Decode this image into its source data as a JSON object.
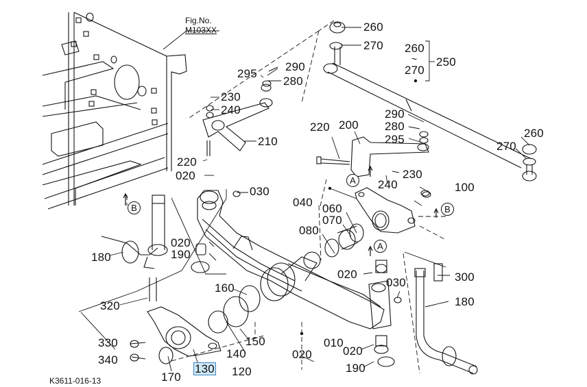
{
  "figure": {
    "fig_label": "Fig.No.",
    "fig_number": "M103XX",
    "drawing_code": "K3611-016-13",
    "highlight_color": "#cfe8f7",
    "highlight_border": "#3a86c8"
  },
  "callouts": [
    {
      "id": "c260a",
      "text": "260"
    },
    {
      "id": "c270a",
      "text": "270"
    },
    {
      "id": "c260b",
      "text": "260"
    },
    {
      "id": "c270b",
      "text": "270"
    },
    {
      "id": "c250",
      "text": "250"
    },
    {
      "id": "c290a",
      "text": "290"
    },
    {
      "id": "c295a",
      "text": "295"
    },
    {
      "id": "c280a",
      "text": "280"
    },
    {
      "id": "c230a",
      "text": "230"
    },
    {
      "id": "c240a",
      "text": "240"
    },
    {
      "id": "c210",
      "text": "210"
    },
    {
      "id": "c220a",
      "text": "220"
    },
    {
      "id": "c020a",
      "text": "020"
    },
    {
      "id": "c030a",
      "text": "030"
    },
    {
      "id": "c220b",
      "text": "220"
    },
    {
      "id": "c200",
      "text": "200"
    },
    {
      "id": "c290b",
      "text": "290"
    },
    {
      "id": "c280b",
      "text": "280"
    },
    {
      "id": "c295b",
      "text": "295"
    },
    {
      "id": "c230b",
      "text": "230"
    },
    {
      "id": "c240b",
      "text": "240"
    },
    {
      "id": "c260c",
      "text": "260"
    },
    {
      "id": "c270c",
      "text": "270"
    },
    {
      "id": "c100",
      "text": "100"
    },
    {
      "id": "c040",
      "text": "040"
    },
    {
      "id": "c060",
      "text": "060"
    },
    {
      "id": "c070",
      "text": "070"
    },
    {
      "id": "c080",
      "text": "080"
    },
    {
      "id": "c020b",
      "text": "020"
    },
    {
      "id": "c190a",
      "text": "190"
    },
    {
      "id": "c180a",
      "text": "180"
    },
    {
      "id": "c320",
      "text": "320"
    },
    {
      "id": "c160",
      "text": "160"
    },
    {
      "id": "c150",
      "text": "150"
    },
    {
      "id": "c140",
      "text": "140"
    },
    {
      "id": "c330",
      "text": "330"
    },
    {
      "id": "c340",
      "text": "340"
    },
    {
      "id": "c170",
      "text": "170"
    },
    {
      "id": "c130",
      "text": "130",
      "highlighted": true
    },
    {
      "id": "c120",
      "text": "120"
    },
    {
      "id": "c020c",
      "text": "020"
    },
    {
      "id": "c010",
      "text": "010"
    },
    {
      "id": "c020d",
      "text": "020"
    },
    {
      "id": "c030b",
      "text": "030"
    },
    {
      "id": "c020e",
      "text": "020"
    },
    {
      "id": "c190b",
      "text": "190"
    },
    {
      "id": "c300",
      "text": "300"
    },
    {
      "id": "c180b",
      "text": "180"
    }
  ],
  "reference_markers": [
    {
      "id": "refA1",
      "text": "A"
    },
    {
      "id": "refA2",
      "text": "A"
    },
    {
      "id": "refB1",
      "text": "B"
    },
    {
      "id": "refB2",
      "text": "B"
    }
  ],
  "range_separator": "~"
}
